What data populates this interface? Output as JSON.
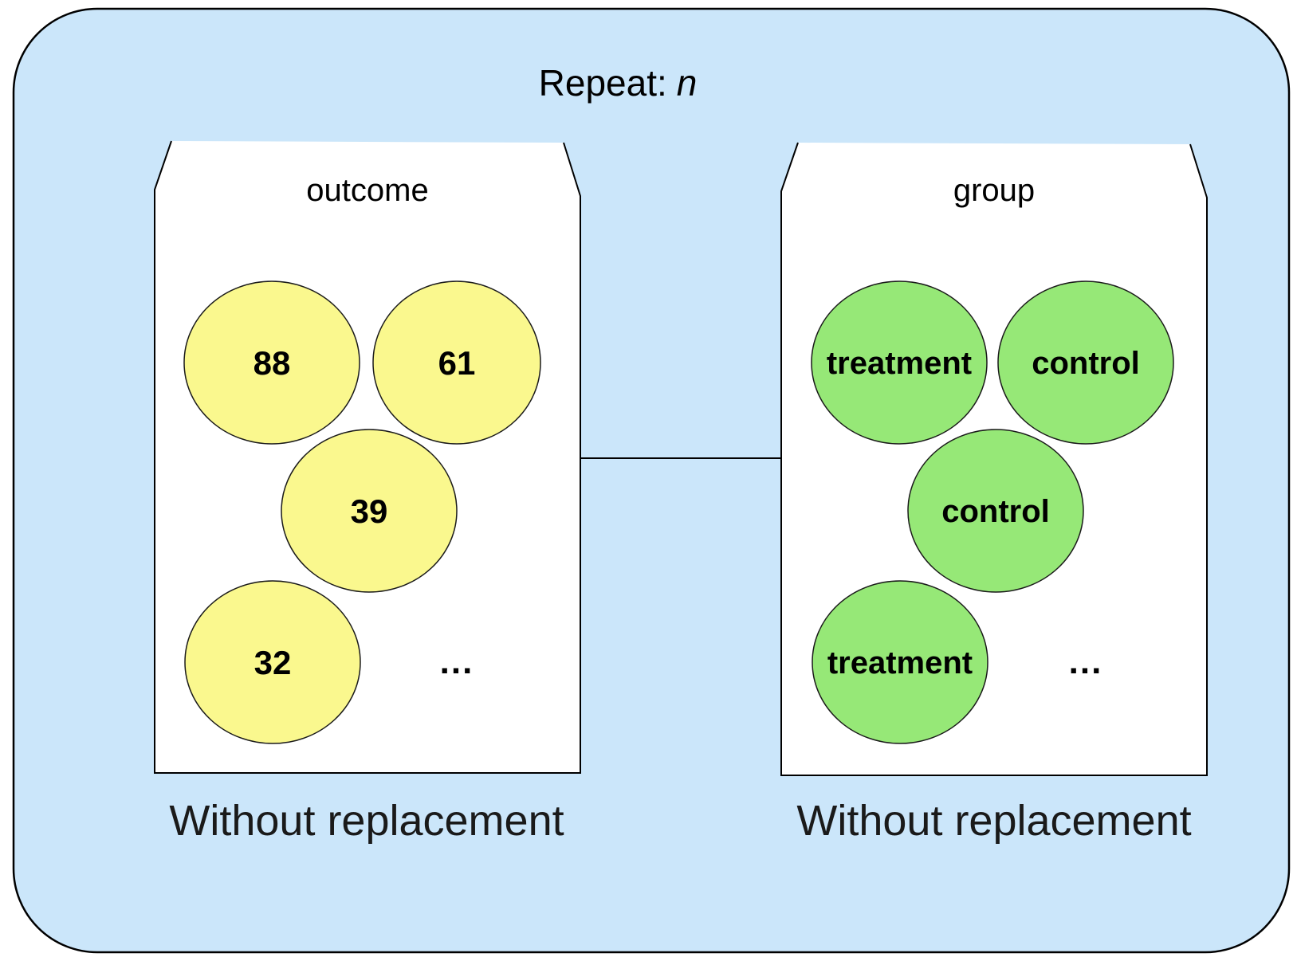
{
  "title": {
    "prefix": "Repeat:",
    "variable": "n"
  },
  "panels": {
    "left": {
      "title": "outcome",
      "balls": [
        "88",
        "61",
        "39",
        "32"
      ],
      "ellipsis": "...",
      "caption": "Without replacement"
    },
    "right": {
      "title": "group",
      "balls": [
        "treatment",
        "control",
        "control",
        "treatment"
      ],
      "ellipsis": "...",
      "caption": "Without replacement"
    }
  },
  "colors": {
    "frame_fill": "#CBE6FA",
    "frame_stroke": "#000000",
    "bag_fill": "#FFFFFF",
    "outcome_ball_fill": "#FAF88E",
    "group_ball_fill": "#96E877"
  }
}
